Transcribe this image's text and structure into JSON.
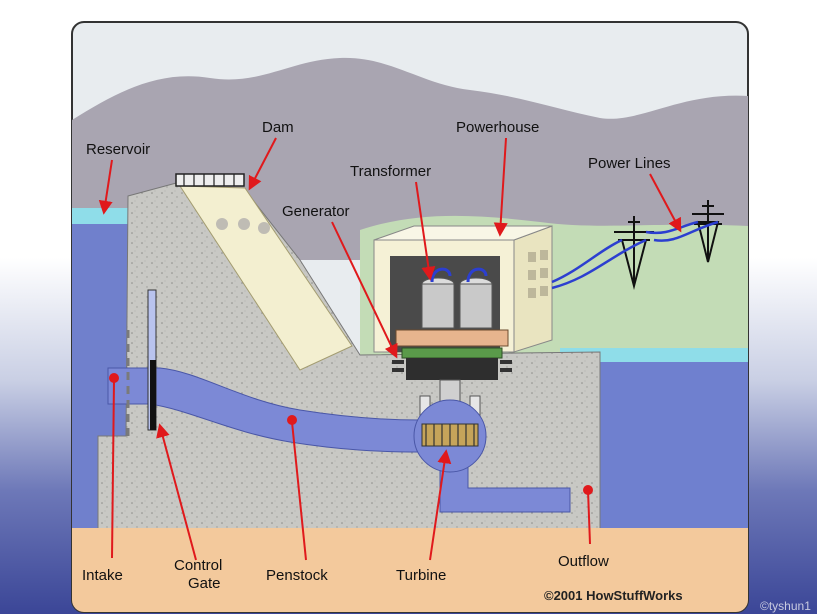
{
  "labels": {
    "reservoir": "Reservoir",
    "dam": "Dam",
    "powerhouse": "Powerhouse",
    "transformer": "Transformer",
    "power_lines": "Power Lines",
    "generator": "Generator",
    "intake": "Intake",
    "control_gate_line1": "Control",
    "control_gate_line2": "Gate",
    "penstock": "Penstock",
    "turbine": "Turbine",
    "outflow": "Outflow"
  },
  "copyright": "©2001 HowStuffWorks",
  "watermark": "©tyshun1",
  "colors": {
    "callout": "#e0191c",
    "water": "#6f80cf",
    "concrete": "#c9c9c6",
    "ground": "#f2c79a",
    "sky": "#e6ebee",
    "mountain": "#a8a5b0"
  }
}
